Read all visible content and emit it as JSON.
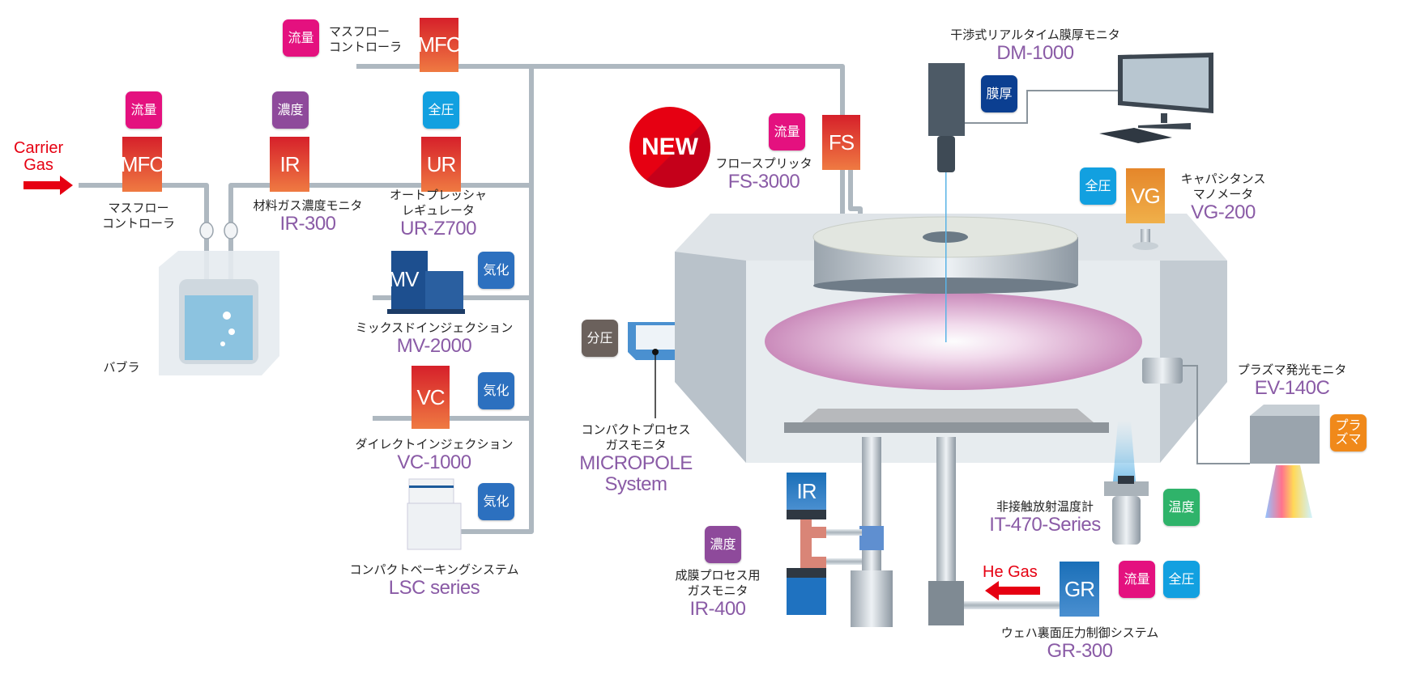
{
  "new_badge": "NEW",
  "carrier_gas": "Carrier\nGas",
  "he_gas": "He Gas",
  "badges": [
    {
      "id": "flow-top",
      "text": "流量",
      "color": "#e4117f"
    },
    {
      "id": "flow-mfc",
      "text": "流量",
      "color": "#e4117f"
    },
    {
      "id": "conc-ir300",
      "text": "濃度",
      "color": "#8e4a9b"
    },
    {
      "id": "pressure-ur",
      "text": "全圧",
      "color": "#12a0e0"
    },
    {
      "id": "vapor-mv",
      "text": "気化",
      "color": "#2c70bf"
    },
    {
      "id": "vapor-vc",
      "text": "気化",
      "color": "#2c70bf"
    },
    {
      "id": "vapor-lsc",
      "text": "気化",
      "color": "#2c70bf"
    },
    {
      "id": "partial-micropole",
      "text": "分圧",
      "color": "#6b615c"
    },
    {
      "id": "flow-fs",
      "text": "流量",
      "color": "#e4117f"
    },
    {
      "id": "thickness-dm",
      "text": "膜厚",
      "color": "#0b3f91"
    },
    {
      "id": "pressure-vg",
      "text": "全圧",
      "color": "#12a0e0"
    },
    {
      "id": "plasma-ev",
      "text": "プラ\nズマ",
      "color": "#f0891a"
    },
    {
      "id": "temp-it",
      "text": "温度",
      "color": "#2fb36a"
    },
    {
      "id": "conc-ir400",
      "text": "濃度",
      "color": "#8e4a9b"
    },
    {
      "id": "flow-gr",
      "text": "流量",
      "color": "#e4117f"
    },
    {
      "id": "pressure-gr",
      "text": "全圧",
      "color": "#12a0e0"
    }
  ],
  "devices": [
    {
      "id": "mfc-top",
      "text": "MFC",
      "style": "red"
    },
    {
      "id": "mfc-left",
      "text": "MFC",
      "style": "red"
    },
    {
      "id": "ir-300",
      "text": "IR",
      "style": "red"
    },
    {
      "id": "ur",
      "text": "UR",
      "style": "red"
    },
    {
      "id": "vc",
      "text": "VC",
      "style": "red"
    },
    {
      "id": "fs",
      "text": "FS",
      "style": "red"
    },
    {
      "id": "vg",
      "text": "VG",
      "style": "orange"
    },
    {
      "id": "ir-400",
      "text": "IR",
      "style": "blue"
    },
    {
      "id": "gr",
      "text": "GR",
      "style": "blue"
    },
    {
      "id": "mv",
      "text": "MV",
      "style": "blue"
    }
  ],
  "labels": [
    {
      "id": "mfc-top",
      "name": "マスフロー\nコントローラ",
      "model": ""
    },
    {
      "id": "mfc-left",
      "name": "マスフロー\nコントローラ",
      "model": ""
    },
    {
      "id": "ir-300",
      "name": "材料ガス濃度モニタ",
      "model": "IR-300"
    },
    {
      "id": "ur-z700",
      "name": "オートプレッシャ\nレギュレータ",
      "model": "UR-Z700"
    },
    {
      "id": "bubbler",
      "name": "バブラ",
      "model": ""
    },
    {
      "id": "mv-2000",
      "name": "ミックスドインジェクション",
      "model": "MV-2000"
    },
    {
      "id": "vc-1000",
      "name": "ダイレクトインジェクション",
      "model": "VC-1000"
    },
    {
      "id": "lsc",
      "name": "コンパクトベーキングシステム",
      "model": "LSC series"
    },
    {
      "id": "micropole",
      "name": "コンパクトプロセス\nガスモニタ",
      "model": "MICROPOLE\nSystem"
    },
    {
      "id": "fs-3000",
      "name": "フロースプリッタ",
      "model": "FS-3000"
    },
    {
      "id": "dm-1000",
      "name": "干渉式リアルタイム膜厚モニタ",
      "model": "DM-1000"
    },
    {
      "id": "vg-200",
      "name": "キャパシタンス\nマノメータ",
      "model": "VG-200"
    },
    {
      "id": "ev-140c",
      "name": "プラズマ発光モニタ",
      "model": "EV-140C"
    },
    {
      "id": "it-470",
      "name": "非接触放射温度計",
      "model": "IT-470-Series"
    },
    {
      "id": "ir-400",
      "name": "成膜プロセス用\nガスモニタ",
      "model": "IR-400"
    },
    {
      "id": "gr-300",
      "name": "ウェハ裏面圧力制御システム",
      "model": "GR-300"
    }
  ]
}
